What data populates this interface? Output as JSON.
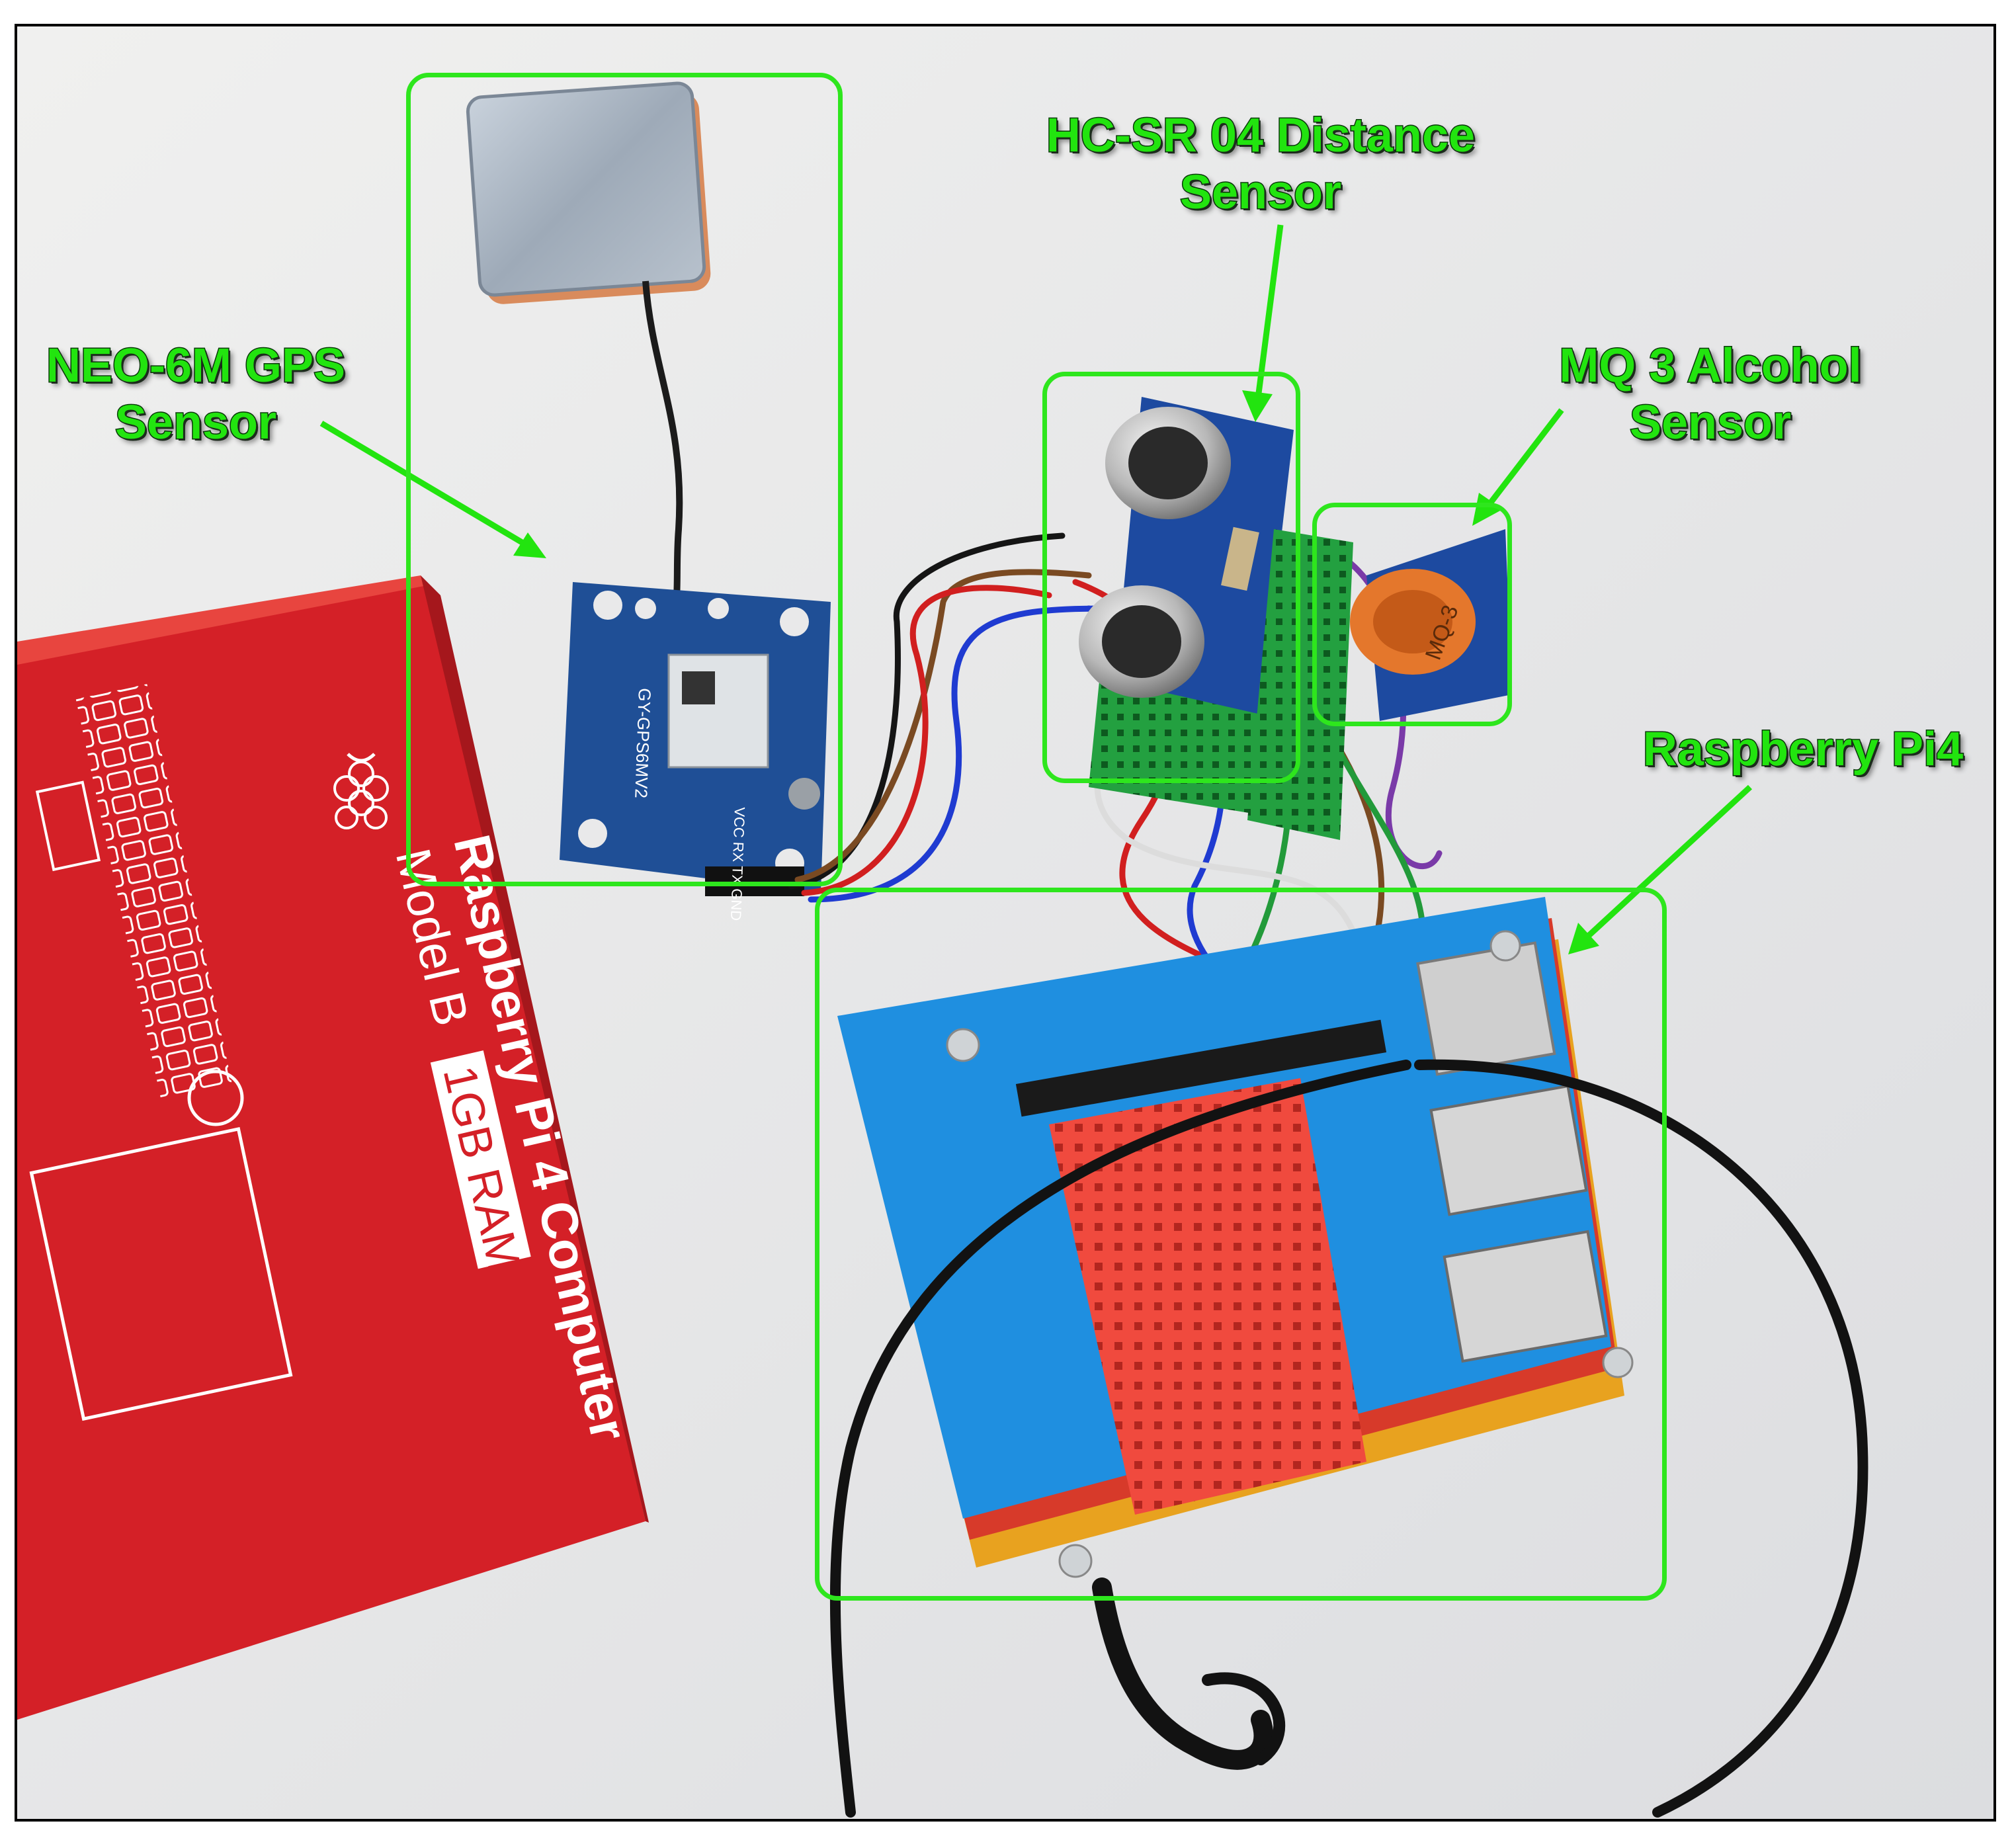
{
  "figure": {
    "callouts": [
      {
        "id": "gps",
        "lines": [
          "NEO-6M GPS",
          "Sensor"
        ]
      },
      {
        "id": "distance",
        "lines": [
          "HC-SR 04 Distance",
          "Sensor"
        ]
      },
      {
        "id": "alcohol",
        "lines": [
          "MQ 3 Alcohol",
          "Sensor"
        ]
      },
      {
        "id": "pi",
        "lines": [
          "Raspberry Pi4"
        ]
      }
    ],
    "box_text": {
      "line1": "Raspberry Pi 4 Computer",
      "line2": "Model B",
      "badge": "1GB RAM"
    },
    "module_text": {
      "gps_board": "GY-GPS6MV2",
      "gps_pins": "VCC RX TX GND",
      "gas_sensor": "MQ-3"
    },
    "colors": {
      "callout_text": "#22e40f",
      "highlight_box": "#2ee61d",
      "pi_box_red": "#d42027",
      "gps_board_blue": "#1f4f96",
      "case_blue": "#1f8fe0",
      "breadboard_red": "#f2413a",
      "breadboard_green": "#1f9a3a"
    }
  }
}
